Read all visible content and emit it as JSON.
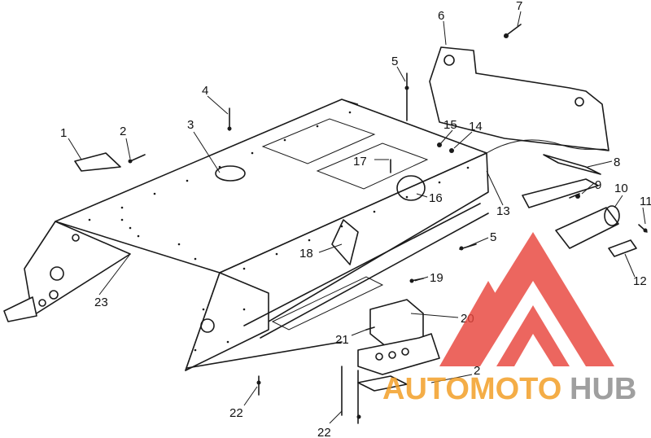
{
  "callouts": [
    "1",
    "2",
    "3",
    "4",
    "5",
    "6",
    "7",
    "8",
    "9",
    "10",
    "11",
    "12",
    "13",
    "14",
    "15",
    "16",
    "17",
    "18",
    "5",
    "19",
    "20",
    "21",
    "2",
    "22",
    "22",
    "23"
  ],
  "watermark": {
    "part1": "AUTOMOTO",
    "part2": "HUB",
    "color_red": "#e8453c",
    "color_orange": "#f29c1f",
    "color_grey": "#8a8a8a"
  }
}
